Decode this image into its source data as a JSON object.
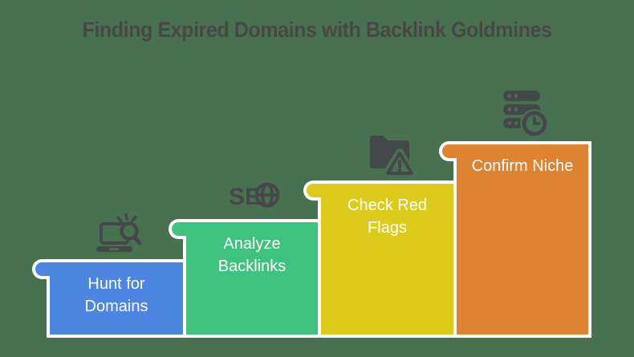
{
  "title": "Finding Expired Domains with Backlink Goldmines",
  "colors": {
    "background": "#48724f",
    "title_text": "#474747",
    "icon": "#45484b",
    "step_border": "#ffffff",
    "step_label_text": "#ffffff"
  },
  "steps": [
    {
      "label": "Hunt for Domains",
      "lines": [
        "Hunt for",
        "Domains"
      ],
      "color": "#4d86e1",
      "icon": "laptop-search-icon"
    },
    {
      "label": "Analyze Backlinks",
      "lines": [
        "Analyze",
        "Backlinks"
      ],
      "color": "#3ec27e",
      "icon": "seo-globe-icon"
    },
    {
      "label": "Check Red Flags",
      "lines": [
        "Check Red",
        "Flags"
      ],
      "color": "#ddca1c",
      "icon": "folder-warning-icon"
    },
    {
      "label": "Confirm Niche",
      "lines": [
        "Confirm Niche"
      ],
      "color": "#de8331",
      "icon": "server-clock-icon"
    }
  ]
}
